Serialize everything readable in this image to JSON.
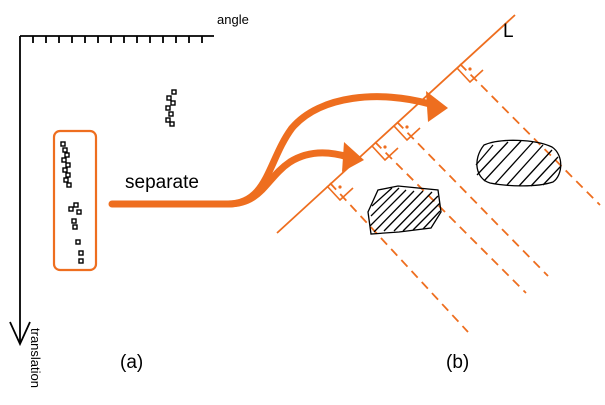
{
  "labels": {
    "angle_axis": "angle",
    "translation_axis": "translation",
    "arrow_text": "separate",
    "panel_a": "(a)",
    "panel_b": "(b)",
    "line_name": "L"
  },
  "colors": {
    "accent": "#ee6e1f",
    "ink": "#000000"
  }
}
